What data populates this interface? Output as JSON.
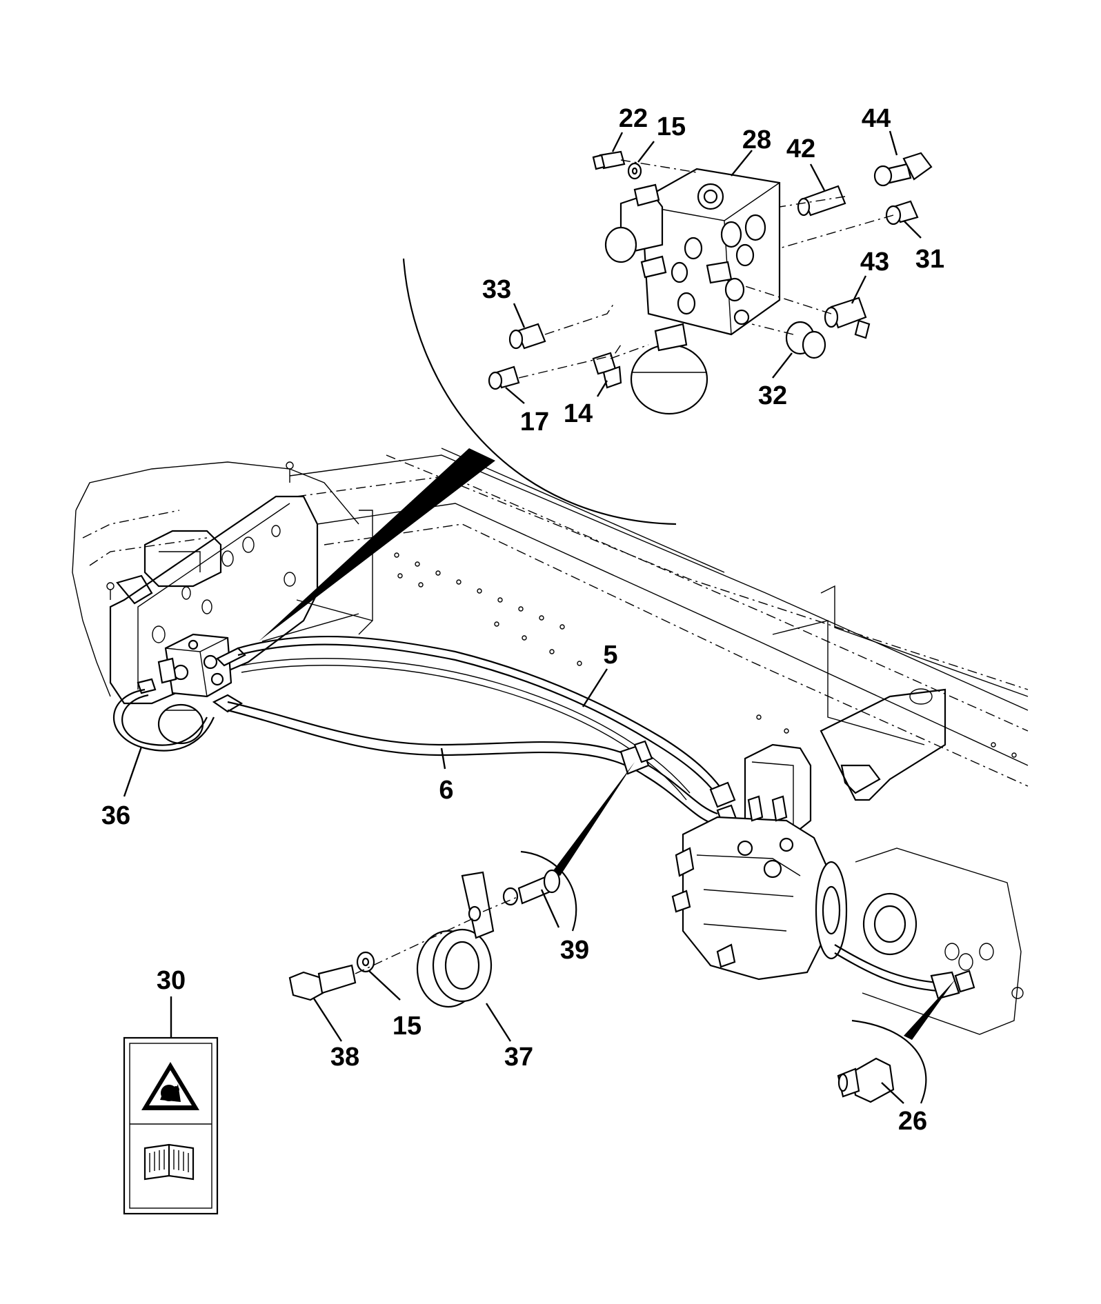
{
  "diagram": {
    "callouts": [
      "22",
      "15",
      "28",
      "42",
      "44",
      "31",
      "43",
      "33",
      "32",
      "17",
      "14",
      "5",
      "6",
      "36",
      "39",
      "30",
      "15",
      "38",
      "37",
      "26"
    ]
  },
  "icons": {
    "warning_decal": "explosion-warning-icon",
    "manual_decal": "read-manual-icon"
  }
}
